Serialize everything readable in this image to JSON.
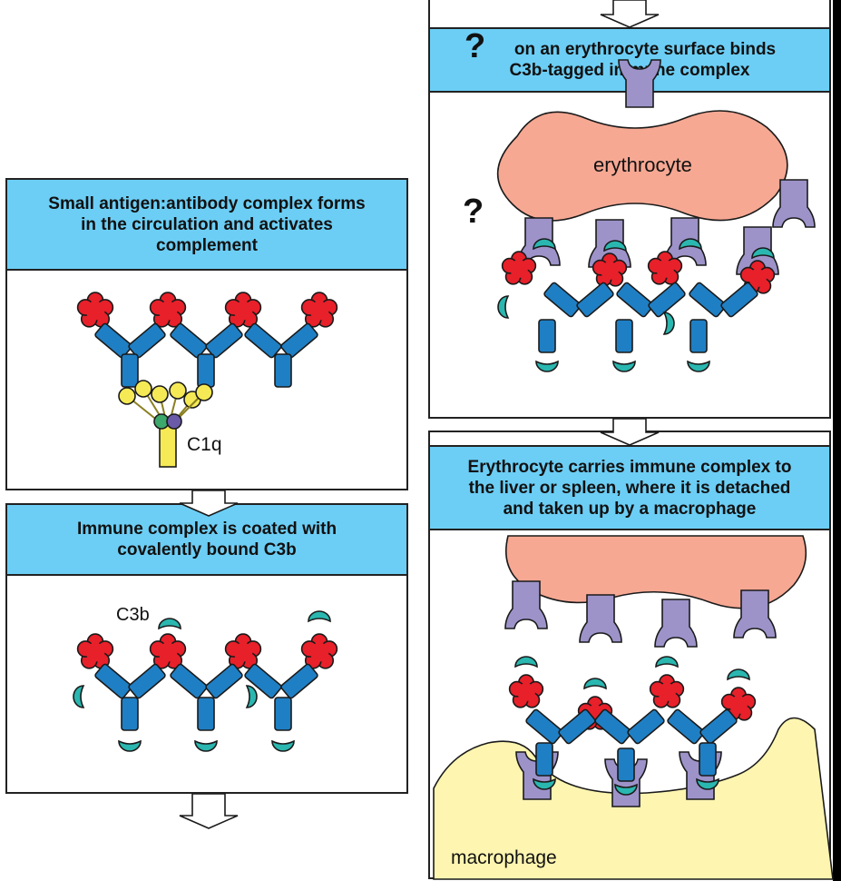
{
  "panel1": {
    "header": [
      "Small antigen:antibody complex forms",
      "in the circulation and activates",
      "complement"
    ],
    "label_c1q": "C1q"
  },
  "panel2": {
    "header": [
      "Immune complex is coated with",
      "covalently bound C3b"
    ],
    "label_c3b": "C3b"
  },
  "panel3": {
    "header_lines": [
      "on an erythrocyte surface binds",
      "C3b-tagged immune complex"
    ],
    "question_marks": [
      "?",
      "?"
    ],
    "label_erythrocyte": "erythrocyte"
  },
  "panel4": {
    "header": [
      "Erythrocyte carries immune complex to",
      "the liver or spleen, where it is detached",
      "and taken up by a macrophage"
    ],
    "label_macrophage": "macrophage"
  },
  "colors": {
    "header_bg": "#6ccef5",
    "antigen": "#e8202a",
    "antibody": "#1f7fc4",
    "c3b": "#2ab7b0",
    "receptor": "#9d93c9",
    "erythrocyte": "#f6a893",
    "macrophage": "#fdf5b0",
    "c1q": "#f5ea55"
  }
}
